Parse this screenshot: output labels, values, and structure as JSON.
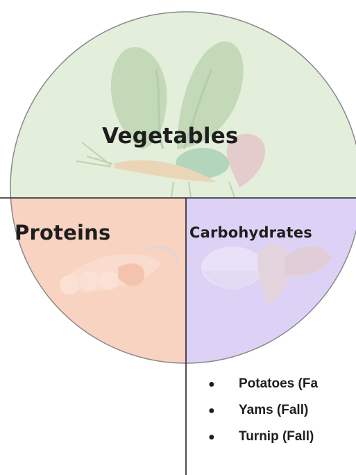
{
  "colors": {
    "vegetables": "#e3eedb",
    "proteins": "#f8d3c1",
    "carbohydrates": "#ddd2f6",
    "outline": "#222222"
  },
  "plate": {
    "sections": [
      {
        "label": "Vegetables",
        "icon": "vegetables-illustration"
      },
      {
        "label": "Proteins",
        "icon": "chicken-drumsticks-illustration"
      },
      {
        "label": "Carbohydrates",
        "icon": "rice-bowl-and-bread-illustration"
      }
    ]
  },
  "carbohydrate_list": {
    "items": [
      "Potatoes (Fa",
      "Yams (Fall)",
      "Turnip (Fall)"
    ]
  }
}
